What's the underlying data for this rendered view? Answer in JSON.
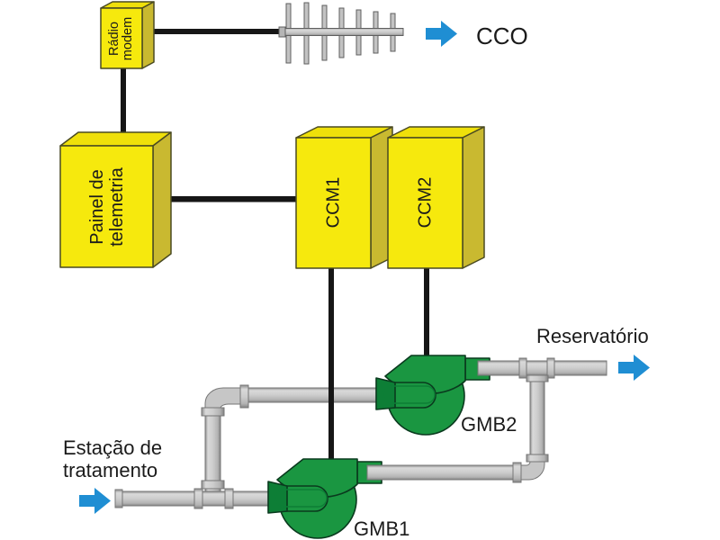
{
  "diagram": {
    "labels": {
      "radio_modem": "Rádio\nmodem",
      "cco": "CCO",
      "telemetry_panel": "Painel de\ntelemetria",
      "ccm1": "CCM1",
      "ccm2": "CCM2",
      "gmb1": "GMB1",
      "gmb2": "GMB2",
      "reservoir": "Reservatório",
      "treatment_station": "Estação de\ntratamento"
    },
    "colors": {
      "box_front": "#f6e90d",
      "box_top": "#efe00a",
      "box_side": "#c9b930",
      "pump_green": "#1a9641",
      "pump_dark_green": "#0d7e36",
      "arrow_blue": "#1f8ed3",
      "pipe_gray": "#c6c6c6",
      "cable_black": "#161616"
    }
  }
}
